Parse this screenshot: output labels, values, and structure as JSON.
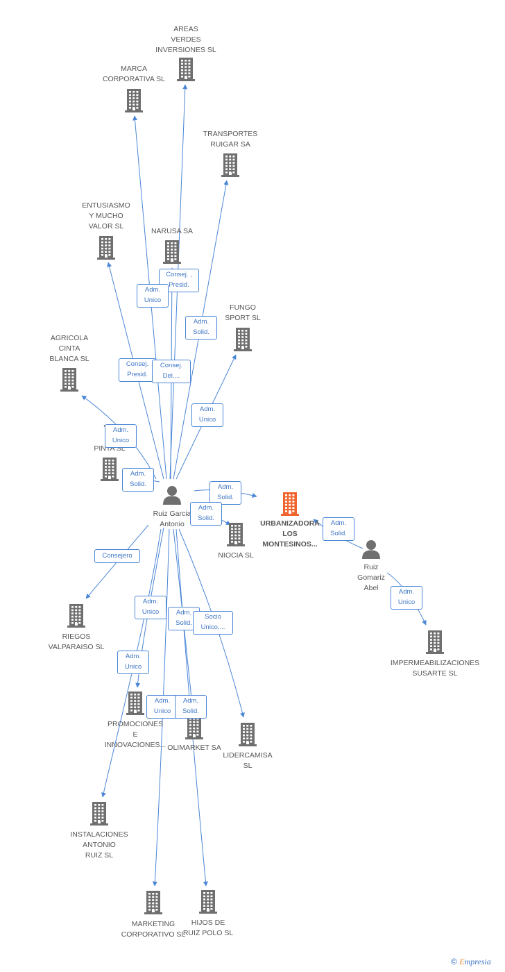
{
  "nodes": [
    {
      "id": "areas",
      "label": "AREAS\nVERDES\nINVERSIONES SL",
      "type": "company"
    },
    {
      "id": "marca",
      "label": "MARCA\nCORPORATIVA SL",
      "type": "company"
    },
    {
      "id": "transportes",
      "label": "TRANSPORTES\nRUIGAR SA",
      "type": "company"
    },
    {
      "id": "entusiasmo",
      "label": "ENTUSIASMO\nY MUCHO\nVALOR  SL",
      "type": "company"
    },
    {
      "id": "narusa",
      "label": "NARUSA SA",
      "type": "company"
    },
    {
      "id": "fungo",
      "label": "FUNGO\nSPORT SL",
      "type": "company"
    },
    {
      "id": "agricola",
      "label": "AGRICOLA\nCINTA\nBLANCA SL",
      "type": "company"
    },
    {
      "id": "viva",
      "label": "VIV\nHU\nPINTA SL",
      "type": "company"
    },
    {
      "id": "ruizgarcia",
      "label": "Ruiz Garcia\nAntonio",
      "type": "person"
    },
    {
      "id": "urbanizadora",
      "label": "URBANIZADORA\nLOS\nMONTESINOS...",
      "type": "focus"
    },
    {
      "id": "niocia",
      "label": "NIOCIA SL",
      "type": "company"
    },
    {
      "id": "ruizgomariz",
      "label": "Ruiz\nGomariz\nAbel",
      "type": "person"
    },
    {
      "id": "riegos",
      "label": "RIEGOS\nVALPARAISO SL",
      "type": "company"
    },
    {
      "id": "imper",
      "label": "IMPERMEABILIZACIONES\nSUSARTE SL",
      "type": "company"
    },
    {
      "id": "promociones",
      "label": "PROMOCIONES\nE\nINNOVACIONES...",
      "type": "company"
    },
    {
      "id": "olimarket",
      "label": "OLIMARKET SA",
      "type": "company"
    },
    {
      "id": "lidercamisa",
      "label": "LIDERCAMISA\nSL",
      "type": "company"
    },
    {
      "id": "instalaciones",
      "label": "INSTALACIONES\nANTONIO\nRUIZ SL",
      "type": "company"
    },
    {
      "id": "marketing",
      "label": "MARKETING\nCORPORATIVO SL",
      "type": "company"
    },
    {
      "id": "hijos",
      "label": "HIJOS DE\nRUIZ POLO SL",
      "type": "company"
    }
  ],
  "relations": [
    {
      "id": "r_areas",
      "from": "ruizgarcia",
      "to": "areas",
      "label": "Consej. ,\nPresid."
    },
    {
      "id": "r_marca",
      "from": "ruizgarcia",
      "to": "marca",
      "label": "Adm.\nUnico"
    },
    {
      "id": "r_transportes",
      "from": "ruizgarcia",
      "to": "transportes",
      "label": "Adm.\nSolid."
    },
    {
      "id": "r_entusiasmo",
      "from": "ruizgarcia",
      "to": "entusiasmo",
      "label": "Consej.\nPresid."
    },
    {
      "id": "r_narusa",
      "from": "ruizgarcia",
      "to": "narusa",
      "label": "Consej.\nDel...."
    },
    {
      "id": "r_fungo",
      "from": "ruizgarcia",
      "to": "fungo",
      "label": "Adm.\nUnico"
    },
    {
      "id": "r_agricola",
      "from": "ruizgarcia",
      "to": "agricola",
      "label": "Adm.\nUnico"
    },
    {
      "id": "r_viva",
      "from": "ruizgarcia",
      "to": "viva",
      "label": "Adm.\nSolid."
    },
    {
      "id": "r_urban",
      "from": "ruizgarcia",
      "to": "urbanizadora",
      "label": "Adm.\nSolid."
    },
    {
      "id": "r_niocia",
      "from": "ruizgarcia",
      "to": "niocia",
      "label": "Adm.\nSolid."
    },
    {
      "id": "r_gomariz_urban",
      "from": "ruizgomariz",
      "to": "urbanizadora",
      "label": "Adm.\nSolid."
    },
    {
      "id": "r_gomariz_imper",
      "from": "ruizgomariz",
      "to": "imper",
      "label": "Adm.\nUnico"
    },
    {
      "id": "r_riegos",
      "from": "ruizgarcia",
      "to": "riegos",
      "label": "Consejero"
    },
    {
      "id": "r_promo_a",
      "from": "ruizgarcia",
      "to": "promociones",
      "label": "Adm.\nUnico"
    },
    {
      "id": "r_instal",
      "from": "ruizgarcia",
      "to": "instalaciones",
      "label": "Adm.\nUnico"
    },
    {
      "id": "r_olimarket",
      "from": "ruizgarcia",
      "to": "olimarket",
      "label": "Adm.\nSolid."
    },
    {
      "id": "r_lider",
      "from": "ruizgarcia",
      "to": "lidercamisa",
      "label": "Socio\nUnico,..."
    },
    {
      "id": "r_marketing",
      "from": "ruizgarcia",
      "to": "marketing",
      "label": "Adm.\nUnico"
    },
    {
      "id": "r_hijos",
      "from": "ruizgarcia",
      "to": "hijos",
      "label": "Adm.\nSolid."
    }
  ],
  "colors": {
    "company": "#6f6f6f",
    "focus": "#f0652f",
    "person": "#6f6f6f",
    "edge": "#4a86d6"
  },
  "footer": {
    "copyright": "©",
    "brand_e": "E",
    "brand_rest": "mpresia"
  }
}
